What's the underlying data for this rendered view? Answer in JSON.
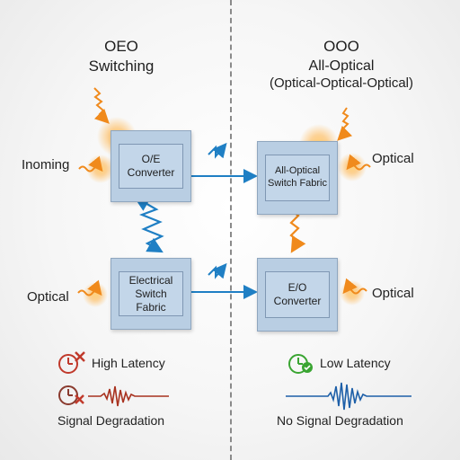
{
  "left": {
    "title_line1": "OEO",
    "title_line2": "Switching",
    "box_top_line1": "O/E",
    "box_top_line2": "Converter",
    "box_bottom_line1": "Electrical",
    "box_bottom_line2": "Switch Fabric",
    "label_top": "Inoming",
    "label_bottom": "Optical",
    "legend_latency": "High Latency",
    "legend_degradation": "Signal Degradation"
  },
  "right": {
    "title_line1": "OOO",
    "title_line2": "All-Optical",
    "title_line3": "(Optical-Optical-Optical)",
    "box_top_line1": "All-Optical",
    "box_top_line2": "Switch Fabric",
    "box_bottom_line1": "E/O",
    "box_bottom_line2": "Converter",
    "label_top": "Optical",
    "label_bottom": "Optical",
    "legend_latency": "Low Latency",
    "legend_degradation": "No Signal Degradation"
  },
  "colors": {
    "box_fill": "#b9cee3",
    "arrow_blue": "#1f7fc4",
    "optical_orange": "#f08a1c",
    "bad_red": "#c0392b",
    "good_green": "#3aa532",
    "wave_blue": "#1d5fa8"
  },
  "icons": {
    "high_latency": "clock-x-icon",
    "signal_degradation": "clock-x-icon",
    "low_latency": "clock-check-icon"
  }
}
